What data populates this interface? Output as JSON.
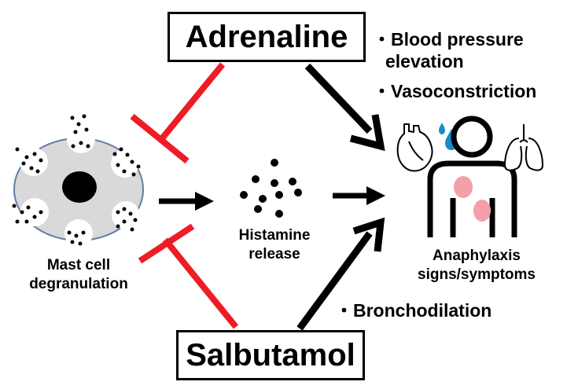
{
  "drugs": {
    "adrenaline": "Adrenaline",
    "salbutamol": "Salbutamol"
  },
  "nodes": {
    "mast_cell_line1": "Mast cell",
    "mast_cell_line2": "degranulation",
    "histamine_line1": "Histamine",
    "histamine_line2": "release",
    "anaphylaxis_line1": "Anaphylaxis",
    "anaphylaxis_line2": "signs/symptoms"
  },
  "effects": {
    "blood_pressure_line1": "・Blood pressure",
    "blood_pressure_line2": "elevation",
    "vasoconstriction": "・Vasoconstriction",
    "bronchodilation": "・Bronchodilation"
  },
  "colors": {
    "inhibition": "#ee1c25",
    "activation": "#000000",
    "cell_fill": "#d9d9d9",
    "cell_border": "#5f7fa5",
    "rash": "#f4a0a8",
    "sweat": "#1a8ac8"
  },
  "icons": [
    "cell-icon",
    "histamine-dots-icon",
    "heart-icon",
    "sweat-drop-icon",
    "person-icon",
    "lungs-icon"
  ]
}
